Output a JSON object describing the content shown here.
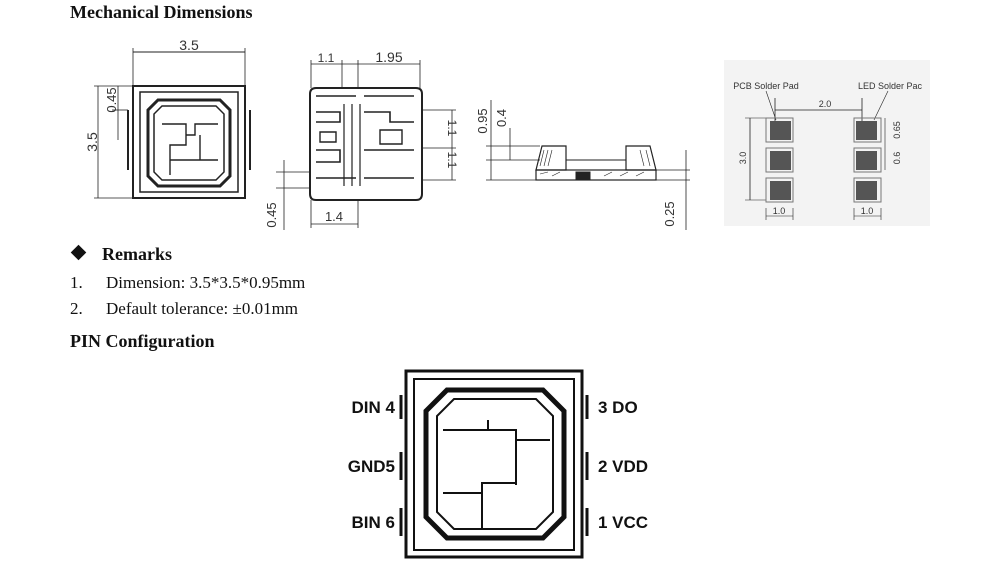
{
  "sections": {
    "mechanical_title": "Mechanical Dimensions",
    "remarks_title": "Remarks",
    "pin_title": "PIN Configuration"
  },
  "remarks": [
    {
      "num": "1.",
      "text": "Dimension: 3.5*3.5*0.95mm"
    },
    {
      "num": "2.",
      "text": "Default tolerance:  ±0.01mm"
    }
  ],
  "top_view": {
    "width": "3.5",
    "height": "3.5",
    "offset": "0.45"
  },
  "bottom_view": {
    "pad_w": "1.1",
    "pad_span": "1.95",
    "pad_h1": "1.1",
    "pad_h2": "1.1",
    "gap": "0.45",
    "pad_x": "1.4"
  },
  "side_view": {
    "height": "0.95",
    "lens": "0.4",
    "base": "0.25"
  },
  "footprint": {
    "label_pcb": "PCB Solder Pad",
    "label_led": "LED Solder Pac",
    "span": "2.0",
    "height": "3.0",
    "pad_h": "0.65",
    "pitch": "0.6",
    "pad_w_left": "1.0",
    "pad_w_right": "1.0"
  },
  "pins": {
    "din": "DIN 4",
    "gnd": "GND5",
    "bin": "BIN 6",
    "do": "3 DO",
    "vdd": "2 VDD",
    "vcc": "1 VCC"
  }
}
